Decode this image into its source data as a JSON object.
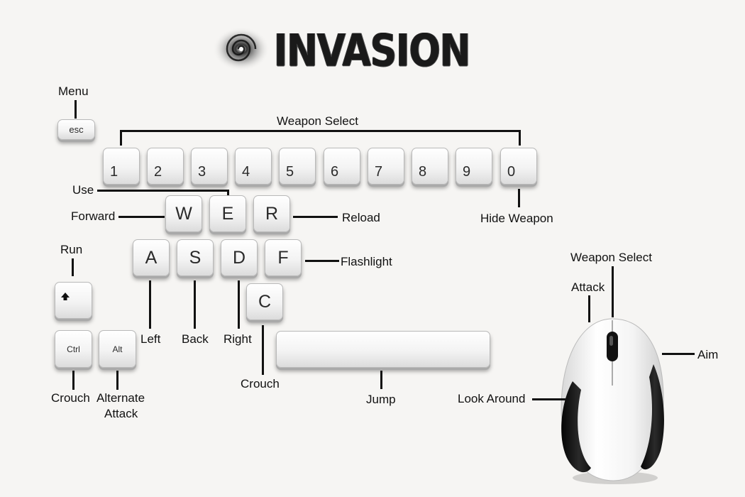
{
  "title": "INVASION",
  "keys": {
    "esc": "esc",
    "numbers": [
      "1",
      "2",
      "3",
      "4",
      "5",
      "6",
      "7",
      "8",
      "9",
      "0"
    ],
    "w": "W",
    "e": "E",
    "r": "R",
    "a": "A",
    "s": "S",
    "d": "D",
    "f": "F",
    "c": "C",
    "ctrl": "Ctrl",
    "alt": "Alt",
    "shift_icon": "shift-arrow-icon"
  },
  "labels": {
    "menu": "Menu",
    "weapon_select": "Weapon Select",
    "use": "Use",
    "forward": "Forward",
    "reload": "Reload",
    "hide_weapon": "Hide Weapon",
    "run": "Run",
    "flashlight": "Flashlight",
    "left": "Left",
    "back": "Back",
    "right": "Right",
    "crouch_c": "Crouch",
    "crouch_ctrl": "Crouch",
    "alternate_attack_1": "Alternate",
    "alternate_attack_2": "Attack",
    "jump": "Jump",
    "mouse_weapon_select": "Weapon Select",
    "mouse_attack": "Attack",
    "mouse_aim": "Aim",
    "mouse_look_around": "Look Around"
  }
}
